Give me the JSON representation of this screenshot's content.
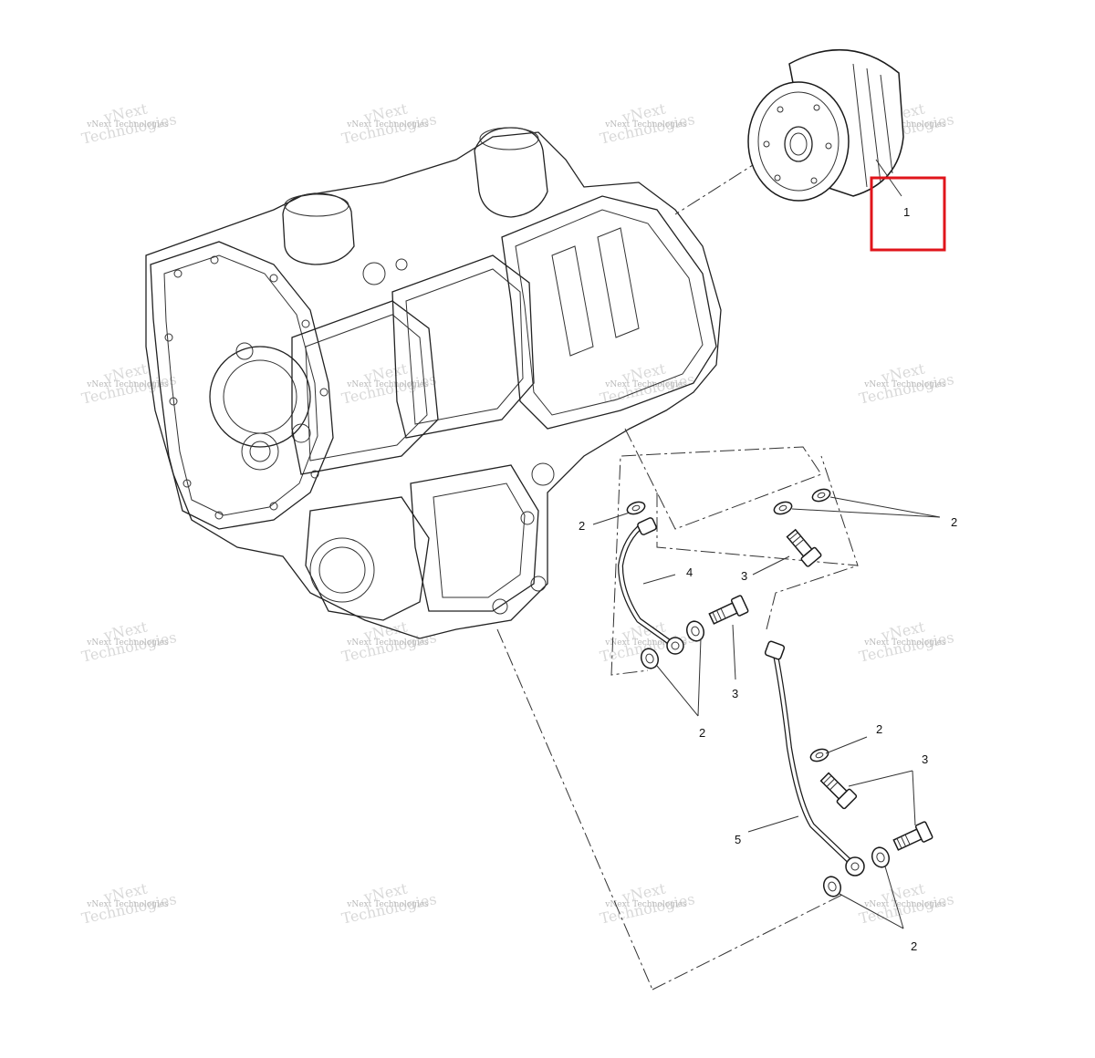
{
  "watermark": {
    "line_small": "vNext Technologies",
    "line_big_1": "vNext",
    "line_big_2": "Technologies"
  },
  "callouts": {
    "oil_filter": "1",
    "washer_top_left": "2",
    "washers_top_right": "2",
    "banjo_bolt_top": "3",
    "pipe_upper": "4",
    "washers_mid": "2",
    "banjo_bolt_mid": "3",
    "washer_lower": "2",
    "banjo_bolts_lower": "3",
    "pipe_lower": "5",
    "washers_bottom": "2"
  },
  "colors": {
    "highlight": "#e0141b",
    "line": "#1a1a1a",
    "watermark": "#b9b9b9"
  }
}
